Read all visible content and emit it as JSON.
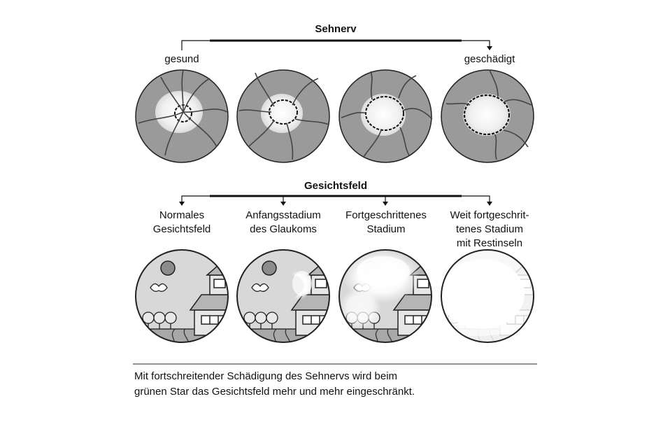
{
  "optic_nerve": {
    "title": "Sehnerv",
    "label_left": "gesund",
    "label_right": "geschädigt",
    "stages": 4
  },
  "visual_field": {
    "title": "Gesichtsfeld",
    "stages": [
      {
        "label": "Normales\nGesichtsfeld"
      },
      {
        "label": "Anfangsstadium\ndes Glaukoms"
      },
      {
        "label": "Fortgeschrittenes\nStadium"
      },
      {
        "label": "Weit fortgeschrit-\ntenes Stadium\nmit Restinseln"
      }
    ]
  },
  "caption": "Mit fortschreitender Schädigung des Sehnervs wird beim\ngrünen Star das Gesichtsfeld mehr und mehr eingeschränkt.",
  "colors": {
    "disc_bg": "#9a9a9a",
    "cup": "#f2f2f2",
    "vessel": "#4a4a4a",
    "outline": "#222222"
  }
}
